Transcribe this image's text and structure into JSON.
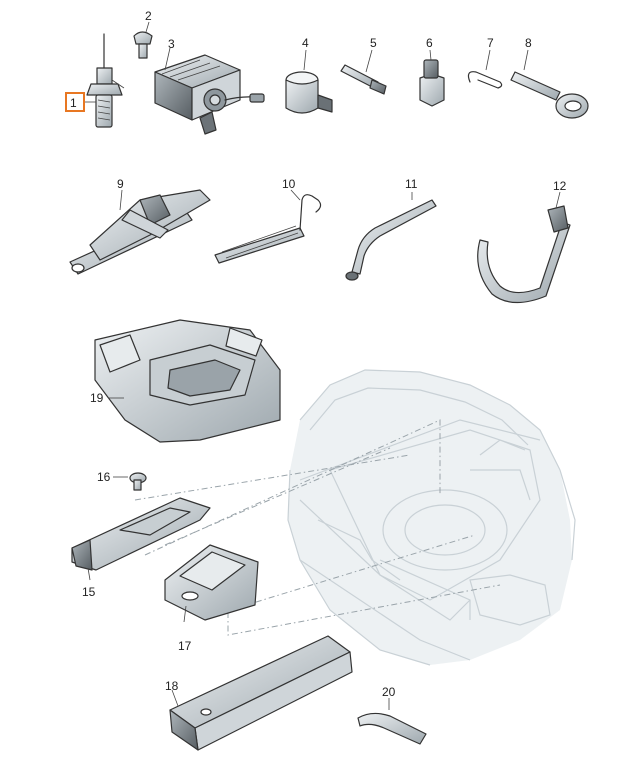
{
  "callouts": {
    "p1": "1",
    "p2": "2",
    "p3": "3",
    "p4": "4",
    "p5": "5",
    "p6": "6",
    "p7": "7",
    "p8": "8",
    "p9": "9",
    "p10": "10",
    "p11": "11",
    "p12": "12",
    "p15": "15",
    "p16": "16",
    "p17": "17",
    "p18": "18",
    "p19": "19",
    "p20": "20"
  },
  "highlight_color": "#e87722"
}
